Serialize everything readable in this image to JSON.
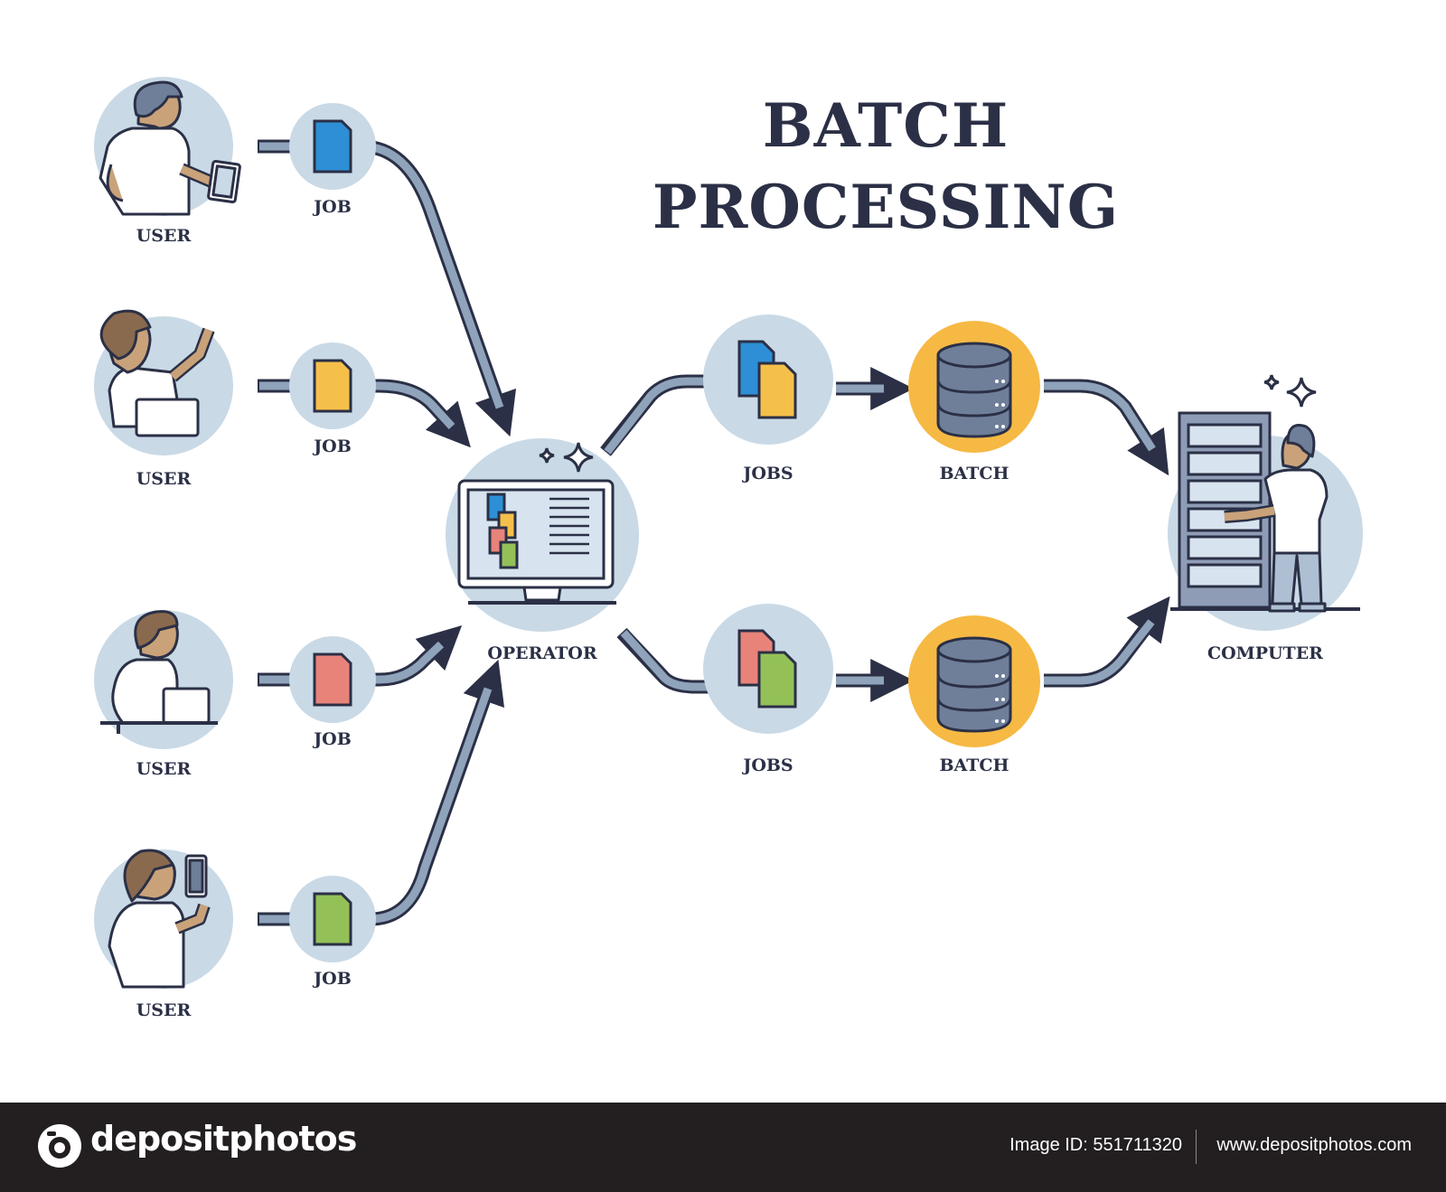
{
  "title": {
    "line1": "BATCH",
    "line2": "PROCESSING"
  },
  "users": [
    {
      "label": "USER",
      "job_label": "JOB",
      "job_color": "#2e8fd6"
    },
    {
      "label": "USER",
      "job_label": "JOB",
      "job_color": "#f5c04a"
    },
    {
      "label": "USER",
      "job_label": "JOB",
      "job_color": "#e8837a"
    },
    {
      "label": "USER",
      "job_label": "JOB",
      "job_color": "#93c158"
    }
  ],
  "operator": {
    "label": "OPERATOR"
  },
  "jobs_groups": [
    {
      "label": "JOBS",
      "colors": [
        "#2e8fd6",
        "#f5c04a"
      ]
    },
    {
      "label": "JOBS",
      "colors": [
        "#e8837a",
        "#93c158"
      ]
    }
  ],
  "batches": [
    {
      "label": "BATCH"
    },
    {
      "label": "BATCH"
    }
  ],
  "computer": {
    "label": "COMPUTER"
  },
  "colors": {
    "circle_fill": "#c9d9e6",
    "outline": "#2b3046",
    "arrow_fill": "#8fa3bb",
    "batch_circle": "#f6b944",
    "database": "#6f7f99",
    "server": "#8e9db5"
  },
  "footer": {
    "brand": "depositphotos",
    "image_id": "Image ID: 551711320",
    "website": "www.depositphotos.com"
  }
}
